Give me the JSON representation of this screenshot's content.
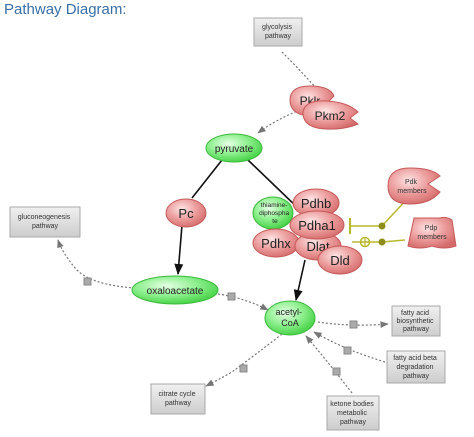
{
  "title": "Pathway Diagram:",
  "nodes": {
    "glycolysis": "glycolysis pathway",
    "pklr": "Pklr",
    "pkm2": "Pkm2",
    "pyruvate": "pyruvate",
    "pc": "Pc",
    "thiamine": "thiamine-diphosphate",
    "pdhb": "Pdhb",
    "pdha1": "Pdha1",
    "pdhx": "Pdhx",
    "dlat": "Dlat",
    "dld": "Dld",
    "pdk": "Pdk members",
    "pdp": "Pdp members",
    "gluconeogenesis": "gluconeogenesis pathway",
    "oxaloacetate": "oxaloacetate",
    "acetyl_coa": "acetyl-CoA",
    "fatty_acid_biosynthetic": "fatty acid biosynthetic pathway",
    "fatty_acid_beta": "fatty acid beta degradation pathway",
    "ketone_bodies": "ketone bodies metabolic pathway",
    "citrate_cycle": "citrate cycle pathway"
  },
  "colors": {
    "metabolite_fill": "#7ee87e",
    "metabolite_stroke": "#3cb83c",
    "protein_fill": "#e58a8a",
    "protein_stroke": "#c55a5a",
    "pathway_fill": "#d9d9d9",
    "pathway_stroke": "#a8a8a8",
    "regulator_line": "#b8b82e",
    "title": "#3a6fa5"
  }
}
